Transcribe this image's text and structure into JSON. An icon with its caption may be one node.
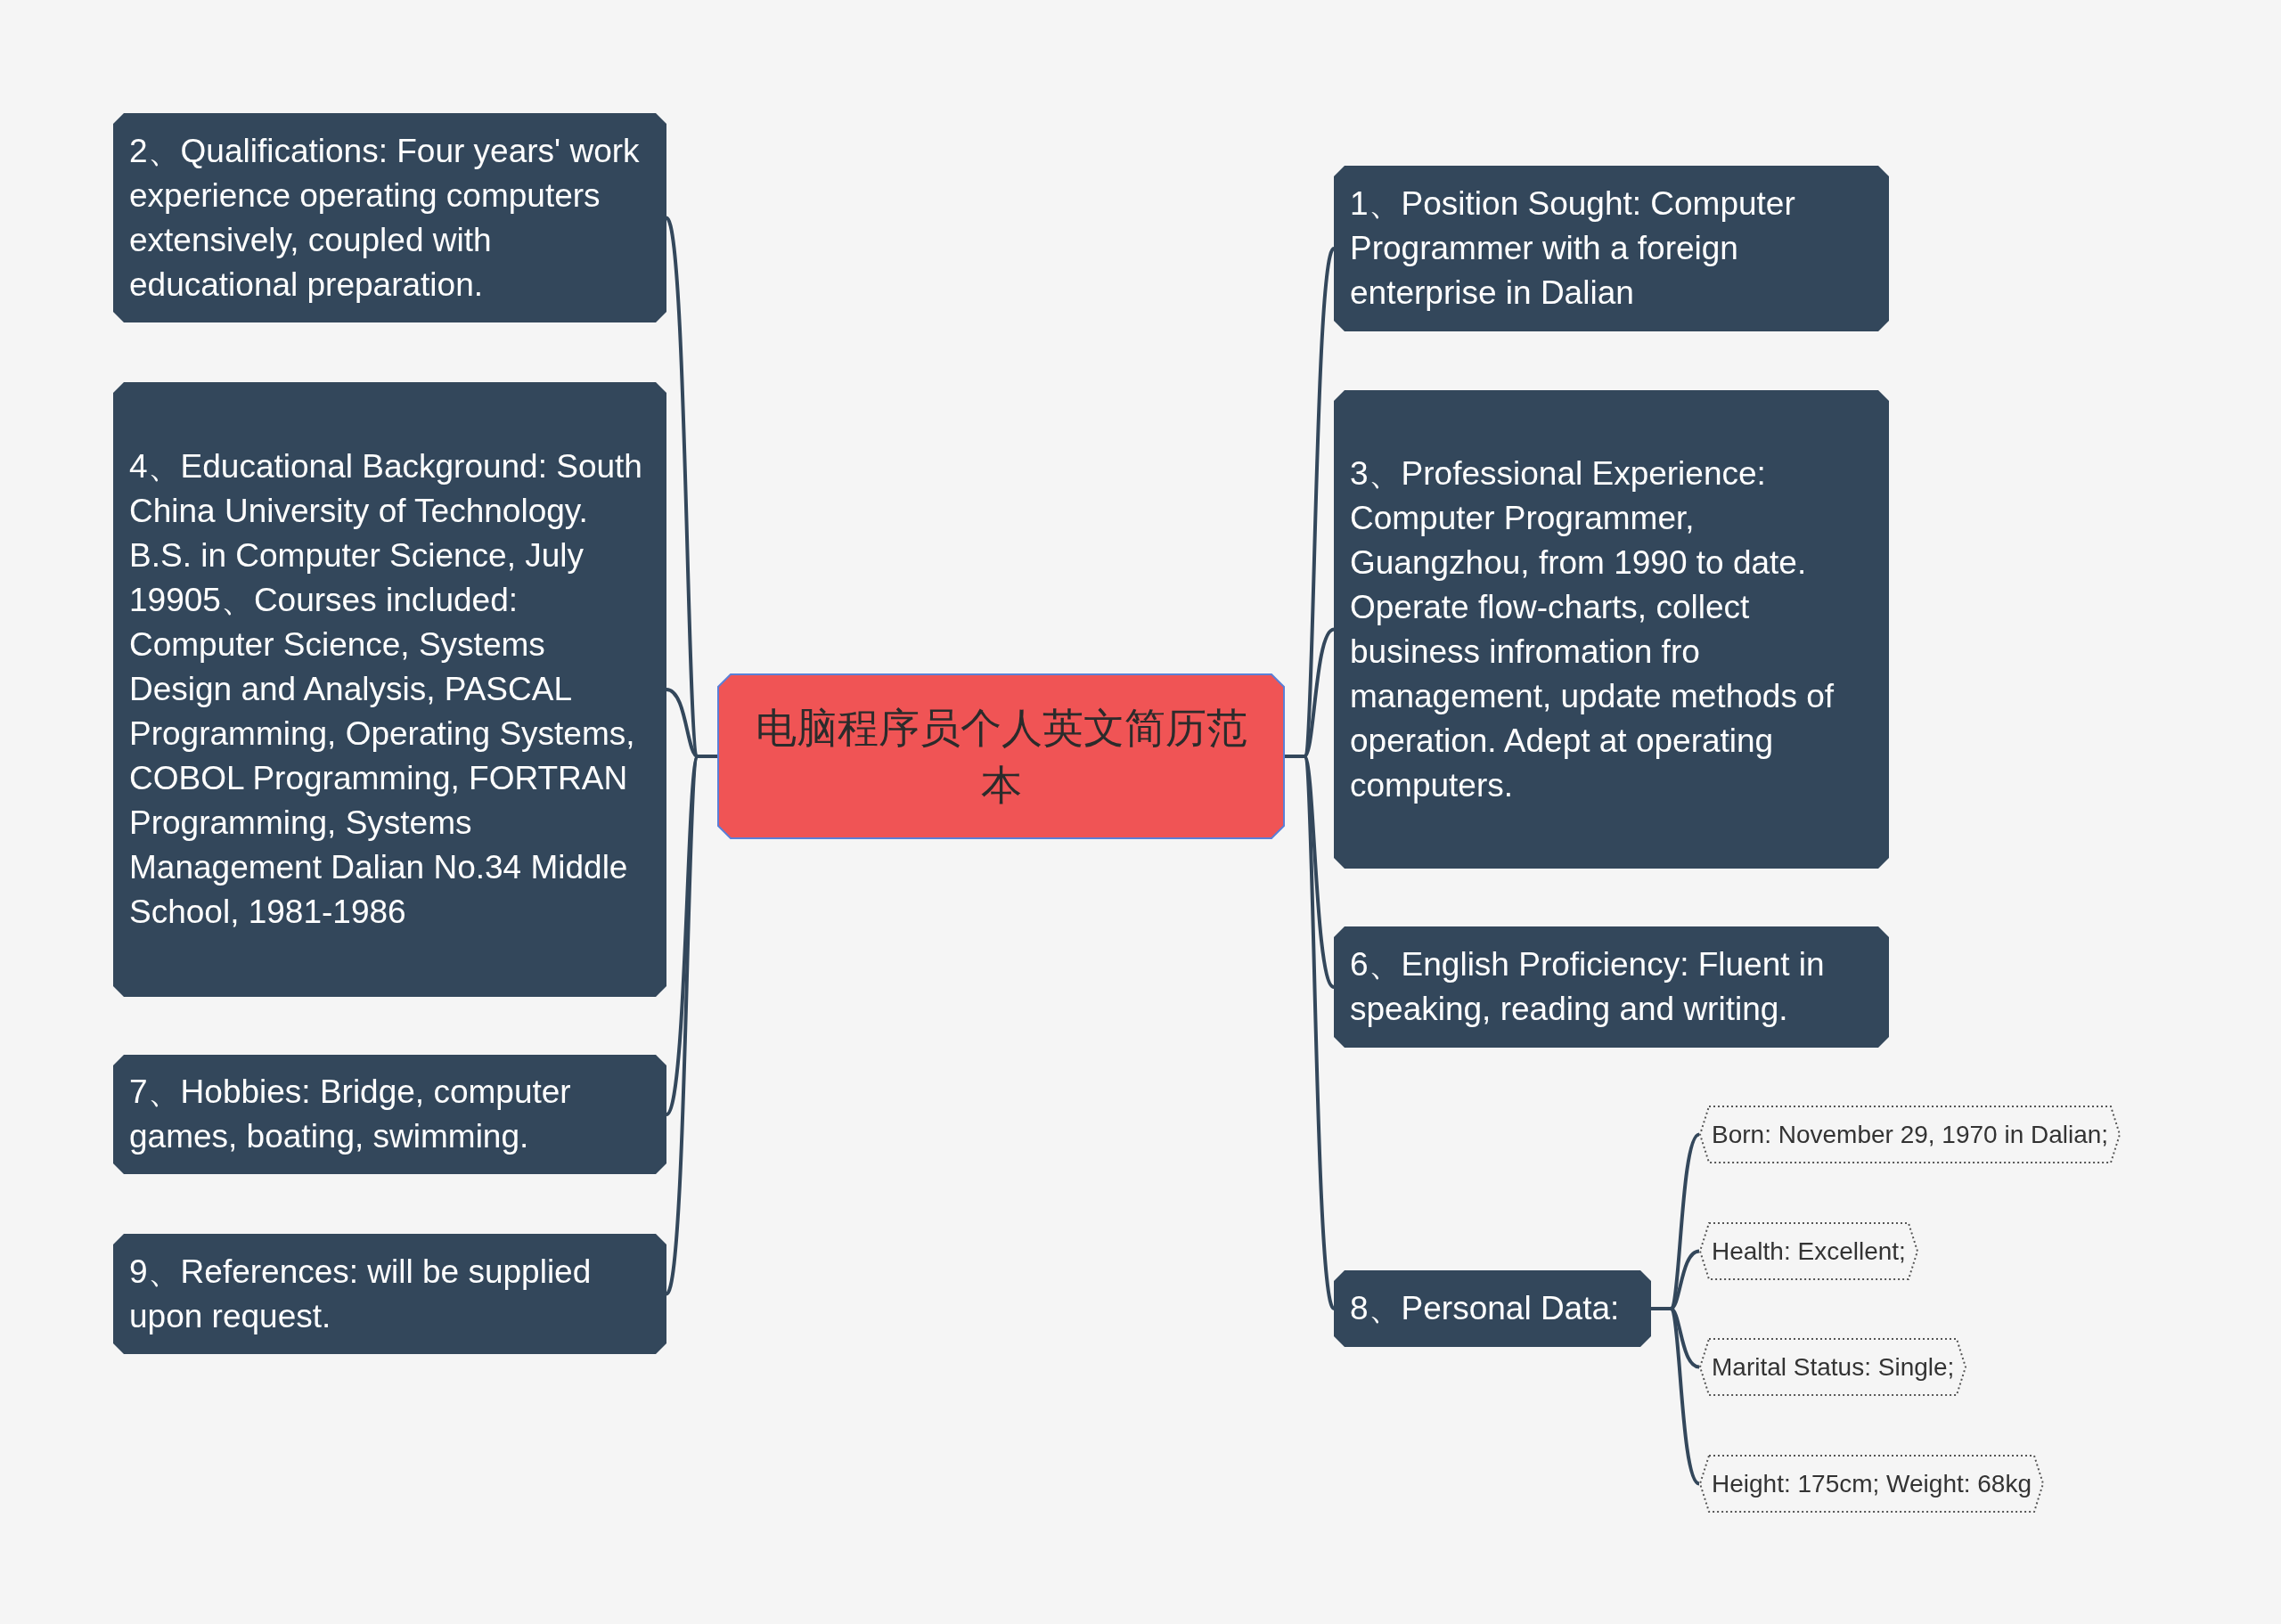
{
  "diagram": {
    "nodes": [
      {
        "text": [
          "电脑程序员个人英文简历范本"
        ]
      },
      {
        "text": [
          "1、Position Sought: Computer Programmer with a foreign enterprise in Dalian"
        ]
      },
      {
        "text": [
          "2、Qualifications: Four years' work experience operating computers extensively, coupled with educational preparation."
        ]
      },
      {
        "text": [
          "3、Professional Experience: Computer Programmer, Guangzhou, from 1990 to date. Operate flow-charts, collect business infromation fro management, update methods of operation. Adept at operating computers."
        ]
      },
      {
        "text": [
          "4、Educational Background: South China University of Technology. B.S. in Computer Science, July 19905、Courses included: Computer Science, Systems Design and Analysis, PASCAL Programming, Operating Systems, COBOL Programming, FORTRAN Programming, Systems Management Dalian No.34 Middle School, 1981-1986"
        ]
      },
      {
        "text": [
          "6、English Proficiency: Fluent in speaking, reading and writing."
        ]
      },
      {
        "text": [
          "7、Hobbies: Bridge, computer games, boating, swimming."
        ]
      },
      {
        "text": [
          "8、Personal Data:"
        ]
      },
      {
        "text": [
          "9、References: will be supplied upon request."
        ]
      },
      {
        "text": [
          "Born: November 29, 1970 in Dalian;"
        ]
      },
      {
        "text": [
          "Health: Excellent;"
        ]
      },
      {
        "text": [
          "Marital Status: Single;"
        ]
      },
      {
        "text": [
          "Height: 175cm; Weight: 68kg"
        ]
      }
    ],
    "edges": [
      {
        "from": 0,
        "to": 1,
        "arrow": "none"
      },
      {
        "from": 0,
        "to": 2,
        "arrow": "none"
      },
      {
        "from": 0,
        "to": 3,
        "arrow": "none"
      },
      {
        "from": 0,
        "to": 4,
        "arrow": "none"
      },
      {
        "from": 0,
        "to": 5,
        "arrow": "none"
      },
      {
        "from": 0,
        "to": 6,
        "arrow": "none"
      },
      {
        "from": 0,
        "to": 7,
        "arrow": "none"
      },
      {
        "from": 0,
        "to": 8,
        "arrow": "none"
      },
      {
        "from": 7,
        "to": 9,
        "arrow": "none"
      },
      {
        "from": 7,
        "to": 10,
        "arrow": "none"
      },
      {
        "from": 7,
        "to": 11,
        "arrow": "none"
      },
      {
        "from": 7,
        "to": 12,
        "arrow": "none"
      }
    ]
  }
}
